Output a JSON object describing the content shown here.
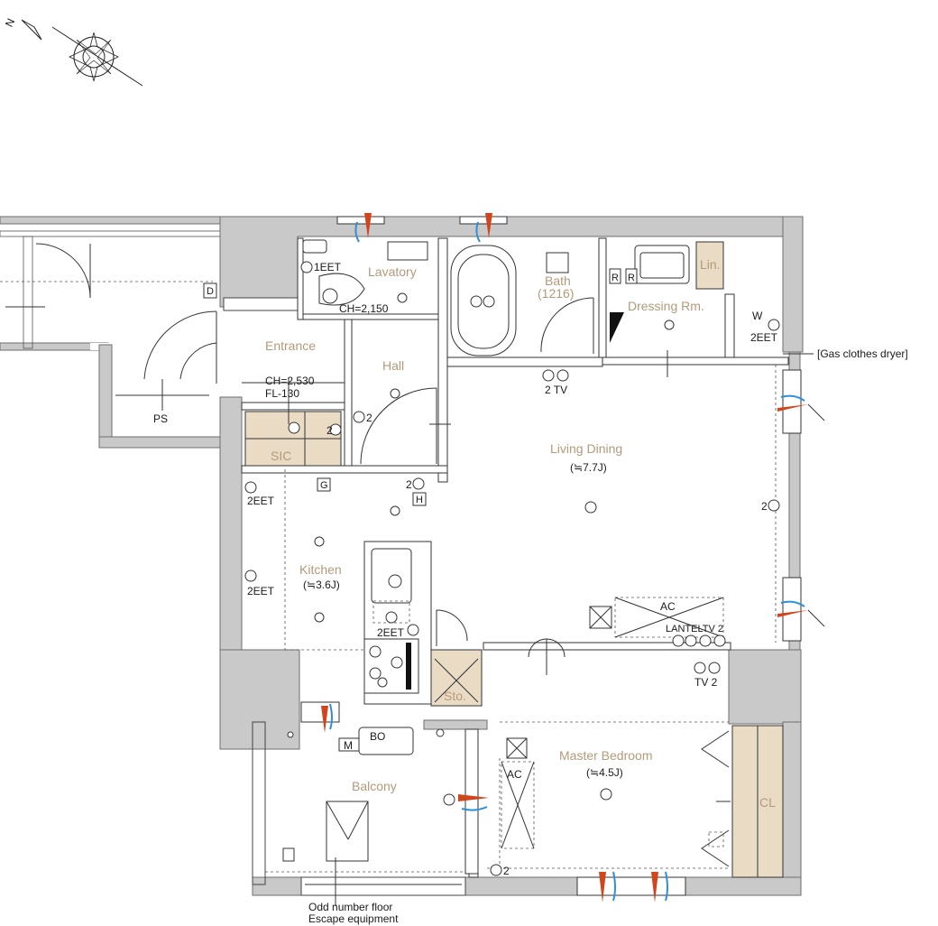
{
  "compass": {
    "north_label": "N"
  },
  "rooms": {
    "entrance": "Entrance",
    "hall": "Hall",
    "lavatory": "Lavatory",
    "bath": "Bath",
    "bath_size": "(1216)",
    "dressing": "Dressing Rm.",
    "linen": "Lin.",
    "living": "Living Dining",
    "living_size": "(≒7.7J)",
    "kitchen": "Kitchen",
    "kitchen_size": "(≒3.6J)",
    "master": "Master Bedroom",
    "master_size": "(≒4.5J)",
    "balcony": "Balcony",
    "sic": "SIC",
    "sto": "Sto.",
    "cl": "CL",
    "ps": "PS"
  },
  "labels": {
    "ch_lavatory": "CH=2,150",
    "ch_entrance": "CH=2,530",
    "fl_entrance": "FL-130",
    "eet_1": "1EET",
    "eet_dressing": "2EET",
    "eet_left_1": "2EET",
    "eet_left_2": "2EET",
    "eet_kitchen": "2EET",
    "w": "W",
    "tv_bath": "2 TV",
    "lan_tel_tv": "LANTELTV 2",
    "tv_bed": "TV 2",
    "ac_living": "AC",
    "ac_bed": "AC",
    "bo": "BO",
    "m": "M",
    "d": "D",
    "g": "G",
    "h": "H",
    "r1": "R",
    "r2": "R",
    "two_hall": "2",
    "two_sic": "2",
    "two_h": "2",
    "two_living": "2",
    "two_bed": "2",
    "gas_dryer": "[Gas clothes dryer]",
    "escape_1": "Odd number floor",
    "escape_2": "Escape equipment"
  }
}
